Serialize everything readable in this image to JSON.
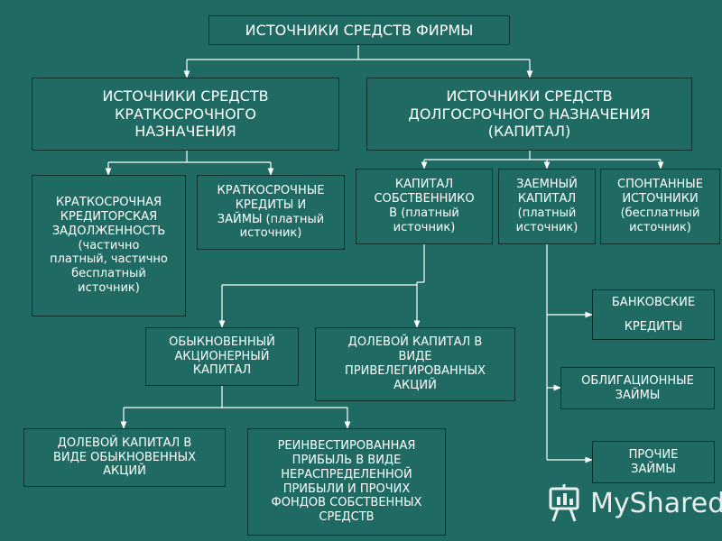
{
  "diagram": {
    "root": "ИСТОЧНИКИ СРЕДСТВ ФИРМЫ",
    "short_term": "ИСТОЧНИКИ СРЕДСТВ\nКРАТКОСРОЧНОГО\nНАЗНАЧЕНИЯ",
    "long_term": "ИСТОЧНИКИ СРЕДСТВ\nДОЛГОСРОЧНОГО НАЗНАЧЕНИЯ\n(КАПИТАЛ)",
    "payables": "КРАТКОСРОЧНАЯ\nКРЕДИТОРСКАЯ\nЗАДОЛЖЕННОСТЬ\n(частично\nплатный, частично\nбесплатный\nисточник)",
    "short_loans": "КРАТКОСРОЧНЫЕ\nКРЕДИТЫ И\nЗАЙМЫ (платный\nисточник)",
    "owner_capital": "КАПИТАЛ\nСОБСТВЕННИКО\nВ (платный\nисточник)",
    "borrowed_capital": "ЗАЕМНЫЙ\nКАПИТАЛ\n(платный\nисточник)",
    "spontaneous": "СПОНТАННЫЕ\nИСТОЧНИКИ\n(бесплатный\nисточник)",
    "common_equity": "ОБЫКНОВЕННЫЙ\nАКЦИОНЕРНЫЙ\nКАПИТАЛ",
    "preferred_equity": "ДОЛЕВОЙ КАПИТАЛ В\nВИДЕ\nПРИВЕЛЕГИРОВАННЫХ\nАКЦИЙ",
    "bank_loans": "БАНКОВСКИЕ\n\nКРЕДИТЫ",
    "bonds": "ОБЛИГАЦИОННЫЕ\nЗАЙМЫ",
    "other_loans": "ПРОЧИЕ\nЗАЙМЫ",
    "common_shares": "ДОЛЕВОЙ КАПИТАЛ В\nВИДЕ ОБЫКНОВЕННЫХ\nАКЦИЙ",
    "retained": "РЕИНВЕСТИРОВАННАЯ\nПРИБЫЛЬ В ВИДЕ\nНЕРАСПРЕДЕЛЕННОЙ\nПРИБЫЛИ И ПРОЧИХ\nФОНДОВ СОБСТВЕННЫХ\nСРЕДСТВ"
  },
  "watermark": {
    "text": "MyShared",
    "icon": "presentation-board-icon"
  },
  "colors": {
    "background": "#1f6b63",
    "box_border": "#0d2f2b",
    "text": "#ffffff",
    "connector": "#ffffff"
  }
}
